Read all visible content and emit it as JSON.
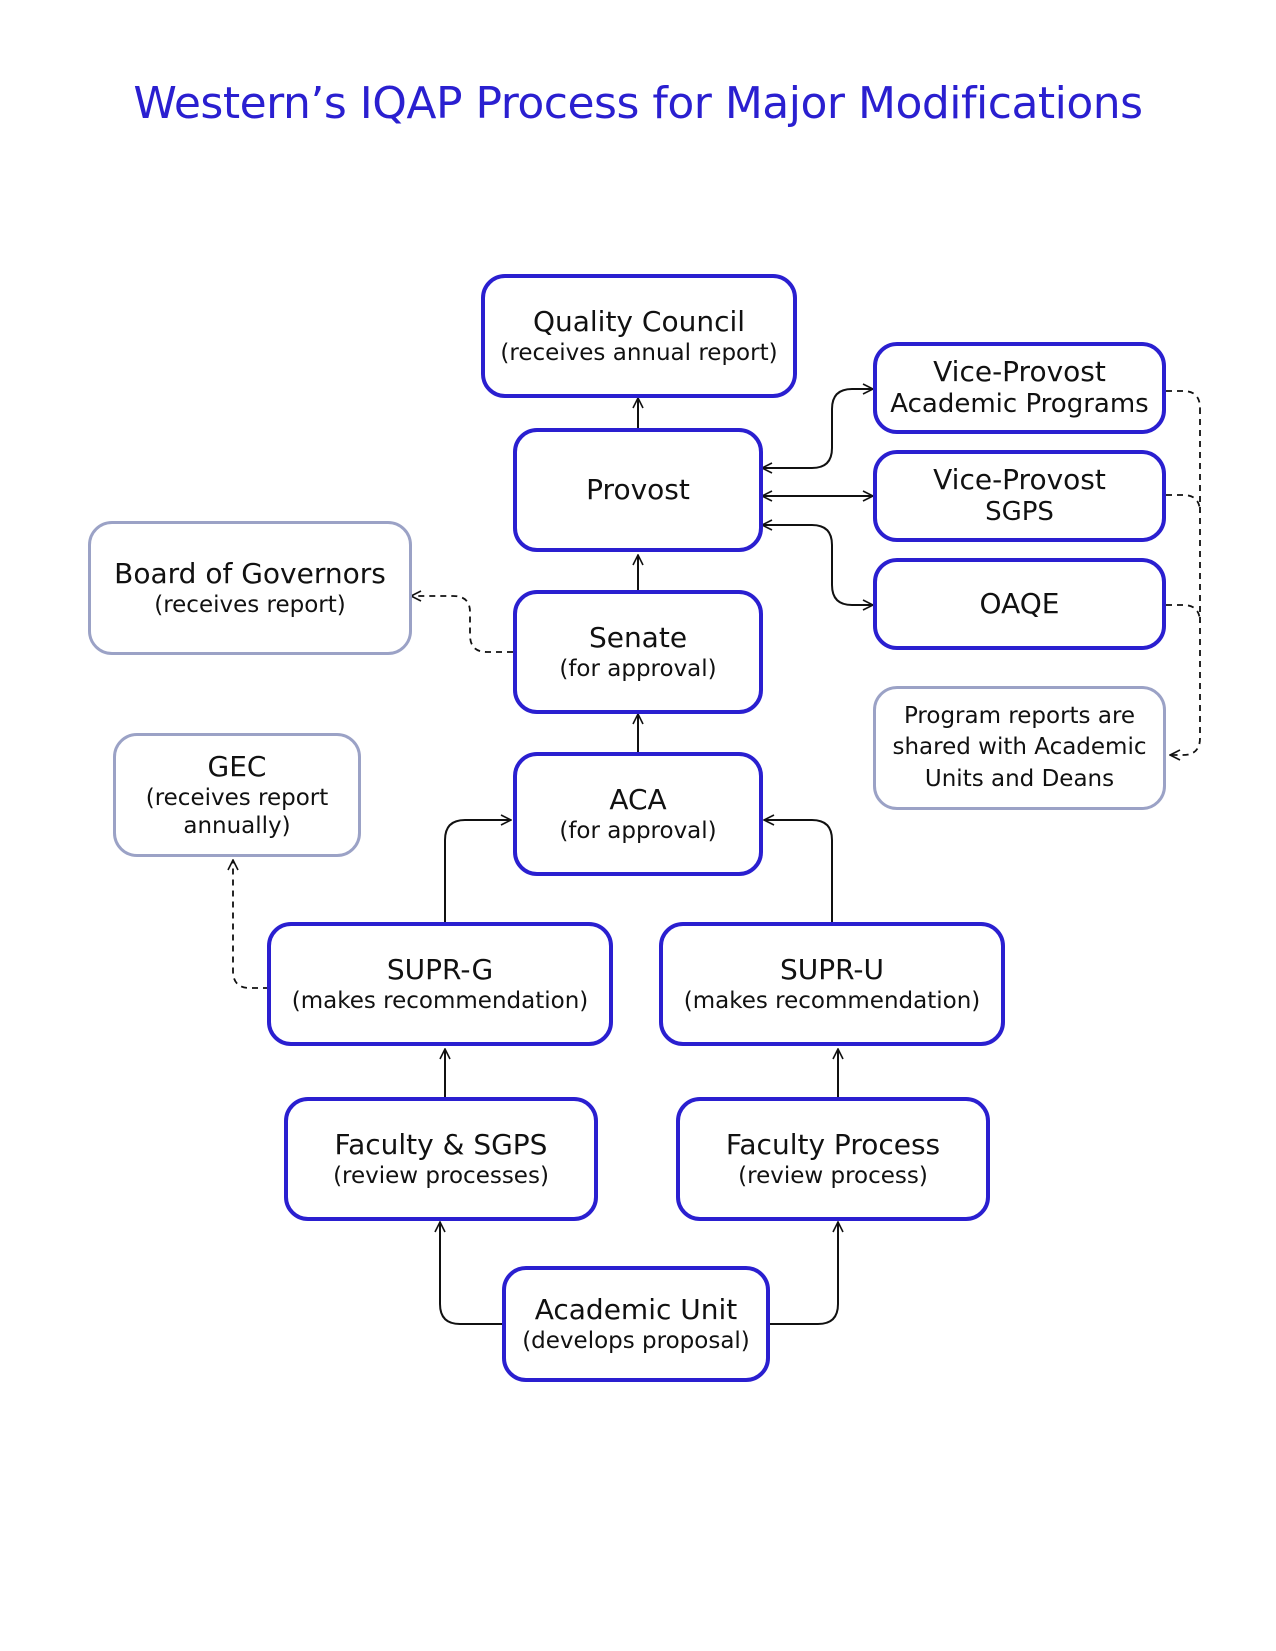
{
  "title": "Western’s IQAP Process for Major Modifications",
  "colors": {
    "primary_border": "#2a1fd0",
    "secondary_border": "#9ba2c6",
    "title": "#2a1fd0"
  },
  "nodes": {
    "quality_council": {
      "label": "Quality Council",
      "sub": "(receives annual report)"
    },
    "provost": {
      "label": "Provost"
    },
    "vp_academic": {
      "label": "Vice-Provost",
      "sub": "Academic Programs"
    },
    "vp_sgps": {
      "label": "Vice-Provost",
      "sub": "SGPS"
    },
    "oaqe": {
      "label": "OAQE"
    },
    "board": {
      "label": "Board of Governors",
      "sub": "(receives report)"
    },
    "senate": {
      "label": "Senate",
      "sub": "(for approval)"
    },
    "program_reports": {
      "line1": "Program reports are",
      "line2": "shared with Academic",
      "line3": "Units and Deans"
    },
    "gec": {
      "label": "GEC",
      "sub1": "(receives report",
      "sub2": "annually)"
    },
    "aca": {
      "label": "ACA",
      "sub": "(for approval)"
    },
    "supr_g": {
      "label": "SUPR-G",
      "sub": "(makes recommendation)"
    },
    "supr_u": {
      "label": "SUPR-U",
      "sub": "(makes recommendation)"
    },
    "faculty_sgps": {
      "label": "Faculty & SGPS",
      "sub": "(review processes)"
    },
    "faculty_process": {
      "label": "Faculty Process",
      "sub": "(review process)"
    },
    "academic_unit": {
      "label": "Academic Unit",
      "sub": "(develops proposal)"
    }
  }
}
